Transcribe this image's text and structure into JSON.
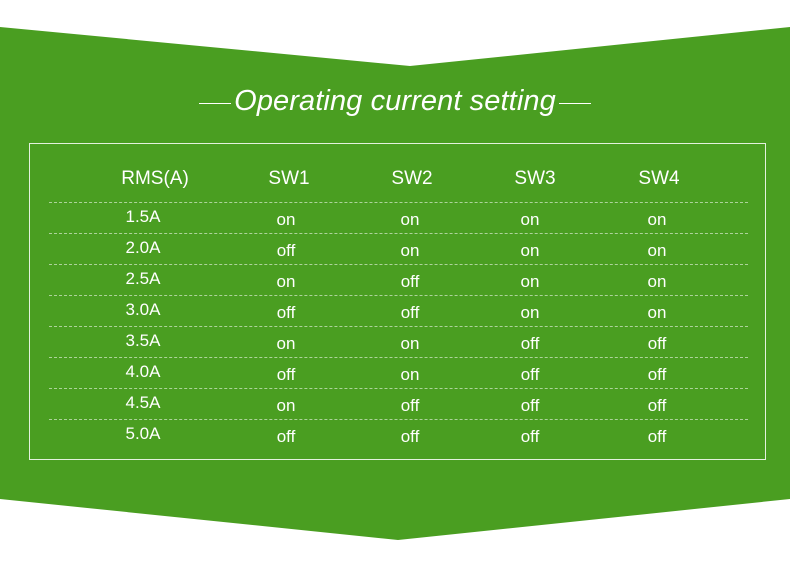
{
  "title": "Operating current setting",
  "colors": {
    "green": "#4a9e21",
    "text": "#ffffff",
    "background": "#ffffff"
  },
  "table": {
    "headers": [
      "RMS(A)",
      "SW1",
      "SW2",
      "SW3",
      "SW4"
    ],
    "rows": [
      [
        "1.5A",
        "on",
        "on",
        "on",
        "on"
      ],
      [
        "2.0A",
        "off",
        "on",
        "on",
        "on"
      ],
      [
        "2.5A",
        "on",
        "off",
        "on",
        "on"
      ],
      [
        "3.0A",
        "off",
        "off",
        "on",
        "on"
      ],
      [
        "3.5A",
        "on",
        "on",
        "off",
        "off"
      ],
      [
        "4.0A",
        "off",
        "on",
        "off",
        "off"
      ],
      [
        "4.5A",
        "on",
        "off",
        "off",
        "off"
      ],
      [
        "5.0A",
        "off",
        "off",
        "off",
        "off"
      ]
    ]
  }
}
